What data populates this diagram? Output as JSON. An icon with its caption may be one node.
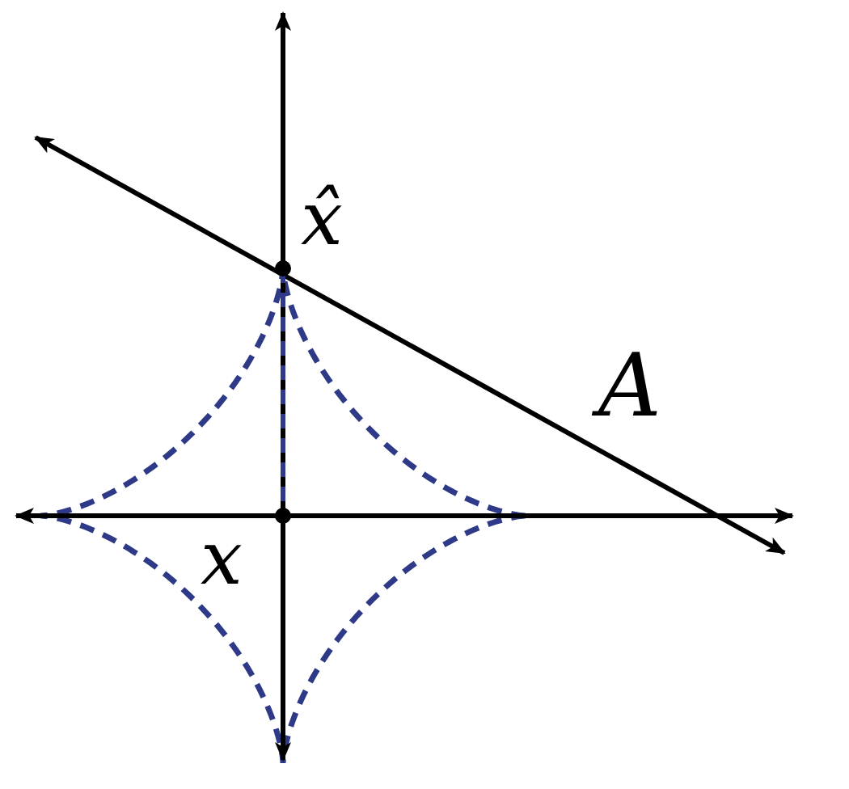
{
  "diagram": {
    "labels": [
      "x̂",
      "A",
      "x"
    ]
  }
}
